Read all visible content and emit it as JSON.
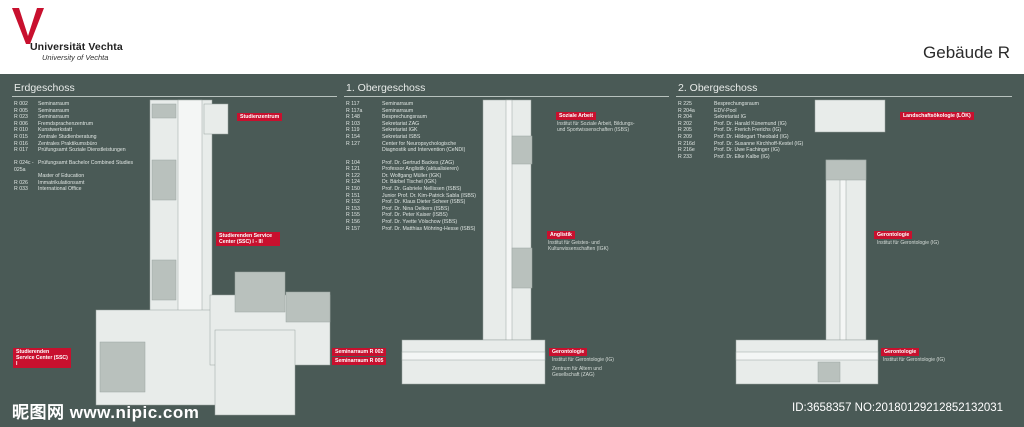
{
  "header": {
    "university": "Universität Vechta",
    "subtitle": "University of Vechta",
    "building": "Gebäude R"
  },
  "floors": [
    {
      "title": "Erdgeschoss",
      "rooms": [
        {
          "num": "R 002",
          "name": "Seminarraum"
        },
        {
          "num": "R 005",
          "name": "Seminarraum"
        },
        {
          "num": "R 023",
          "name": "Seminarraum"
        },
        {
          "num": "R 006",
          "name": "Fremdsprachenzentrum"
        },
        {
          "num": "R 010",
          "name": "Kunstwerkstatt"
        },
        {
          "num": "R 015",
          "name": "Zentrale Studienberatung"
        },
        {
          "num": "R 016",
          "name": "Zentrales Praktikumsbüro"
        },
        {
          "num": "R 017",
          "name": "Prüfungsamt Soziale Dienstleistungen"
        },
        {
          "num": "R 024c - 025a",
          "name": "Prüfungsamt Bachelor Combined Studies"
        },
        {
          "num": "",
          "name": "Master of Education"
        },
        {
          "num": "R 026",
          "name": "Immatrikulationsamt"
        },
        {
          "num": "R 033",
          "name": "International Office"
        }
      ],
      "labels": [
        {
          "title": "Studienzentrum",
          "sub": ""
        },
        {
          "title": "Studierenden Service Center (SSC) I - III",
          "sub": ""
        },
        {
          "title": "Studierenden Service Center (SSC) I",
          "sub": ""
        },
        {
          "title": "Seminarraum R 002",
          "sub": ""
        },
        {
          "title": "Seminarraum R 005",
          "sub": ""
        }
      ]
    },
    {
      "title": "1. Obergeschoss",
      "rooms": [
        {
          "num": "R 117",
          "name": "Seminarraum"
        },
        {
          "num": "R 117a",
          "name": "Seminarraum"
        },
        {
          "num": "R 148",
          "name": "Besprechungsraum"
        },
        {
          "num": "R 103",
          "name": "Sekretariat ZAG"
        },
        {
          "num": "R 119",
          "name": "Sekretariat IGK"
        },
        {
          "num": "R 154",
          "name": "Sekretariat ISBS"
        },
        {
          "num": "R 127",
          "name": "Center for Neuropsychologische Diagnostik und Intervention (CeNDI)"
        },
        {
          "num": "R 104",
          "name": "Prof. Dr. Gertrud Backes (ZAG)"
        },
        {
          "num": "R 121",
          "name": "Professor Anglistik (aktualisieren)"
        },
        {
          "num": "R 122",
          "name": "Dr. Wolfgang Müller (IGK)"
        },
        {
          "num": "R 124",
          "name": "Dr. Bärbel Tischel (IGK)"
        },
        {
          "num": "R 150",
          "name": "Prof. Dr. Gabriele Nellissen (ISBS)"
        },
        {
          "num": "R 151",
          "name": "Junior Prof. Dr. Kim-Patrick Sabla (ISBS)"
        },
        {
          "num": "R 152",
          "name": "Prof. Dr. Klaus Dieter Scheer (ISBS)"
        },
        {
          "num": "R 153",
          "name": "Prof. Dr. Nina Oelkers (ISBS)"
        },
        {
          "num": "R 155",
          "name": "Prof. Dr. Peter Kaiser (ISBS)"
        },
        {
          "num": "R 156",
          "name": "Prof. Dr. Yvette Völschow (ISBS)"
        },
        {
          "num": "R 157",
          "name": "Prof. Dr. Matthias Möhring-Hesse (ISBS)"
        }
      ],
      "labels": [
        {
          "title": "Soziale Arbeit",
          "sub": "Institut für Soziale Arbeit, Bildungs- und Sportwissenschaften (ISBS)"
        },
        {
          "title": "Anglistik",
          "sub": "Institut für Geistes- und Kulturwissenschaften (IGK)"
        },
        {
          "title": "Gerontologie",
          "sub": "Institut für Gerontologie (IG)"
        },
        {
          "title": "",
          "sub": "Zentrum für Altern und Gesellschaft (ZAG)"
        }
      ]
    },
    {
      "title": "2. Obergeschoss",
      "rooms": [
        {
          "num": "R 225",
          "name": "Besprechungsraum"
        },
        {
          "num": "R 204a",
          "name": "EDV-Pool"
        },
        {
          "num": "R 204",
          "name": "Sekretariat IG"
        },
        {
          "num": "R 202",
          "name": "Prof. Dr. Harald Künemund (IG)"
        },
        {
          "num": "R 205",
          "name": "Prof. Dr. Frerich Frerichs (IG)"
        },
        {
          "num": "R 209",
          "name": "Prof. Dr. Hildegart Theobald (IG)"
        },
        {
          "num": "R 216d",
          "name": "Prof. Dr. Susanne Kirchhoff-Kestel (IG)"
        },
        {
          "num": "R 216e",
          "name": "Prof. Dr. Uwe Fachinger (IG)"
        },
        {
          "num": "R 233",
          "name": "Prof. Dr. Elke Kalbe (IG)"
        }
      ],
      "labels": [
        {
          "title": "Landschaftsökologie (LÖK)",
          "sub": ""
        },
        {
          "title": "Gerontologie",
          "sub": "Institut für Gerontologie (IG)"
        },
        {
          "title": "Gerontologie",
          "sub": "Institut für Gerontologie (IG)"
        }
      ]
    }
  ],
  "watermark": {
    "left": "昵图网 www.nipic.com",
    "right": "ID:3658357 NO:20180129212852132031"
  },
  "colors": {
    "background": "#4a5a56",
    "accent": "#c8102e",
    "wall": "#e8ecea",
    "room": "#b9c1bd"
  }
}
